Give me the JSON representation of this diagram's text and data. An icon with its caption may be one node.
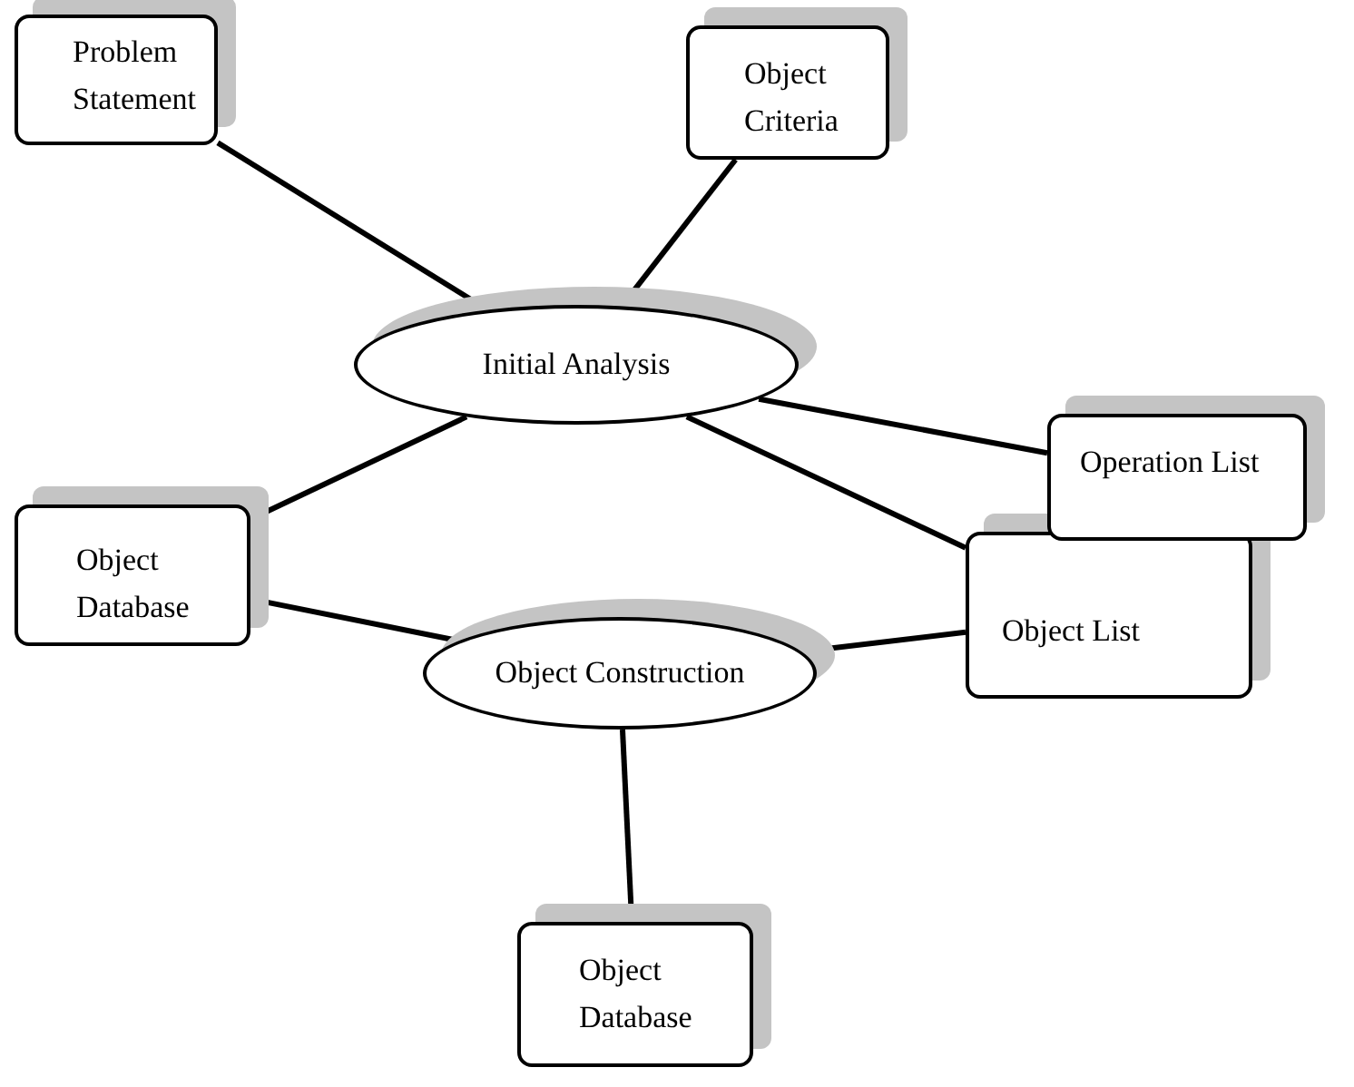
{
  "diagram": {
    "nodes": [
      {
        "text": [
          "Problem Statement"
        ]
      },
      {
        "text": [
          "Object Criteria"
        ]
      },
      {
        "text": [
          "Initial Analysis"
        ]
      },
      {
        "text": [
          "Object Database"
        ]
      },
      {
        "text": [
          "Operation List"
        ]
      },
      {
        "text": [
          "Object List"
        ]
      },
      {
        "text": [
          "Object Construction"
        ]
      },
      {
        "text": [
          "Object Database"
        ]
      }
    ],
    "edges": [
      {
        "from": 0,
        "to": 2,
        "arrow": "none"
      },
      {
        "from": 1,
        "to": 2,
        "arrow": "none"
      },
      {
        "from": 2,
        "to": 3,
        "arrow": "none"
      },
      {
        "from": 2,
        "to": 4,
        "arrow": "none"
      },
      {
        "from": 2,
        "to": 5,
        "arrow": "none"
      },
      {
        "from": 3,
        "to": 6,
        "arrow": "none"
      },
      {
        "from": 6,
        "to": 5,
        "arrow": "none"
      },
      {
        "from": 6,
        "to": 7,
        "arrow": "none"
      }
    ]
  }
}
